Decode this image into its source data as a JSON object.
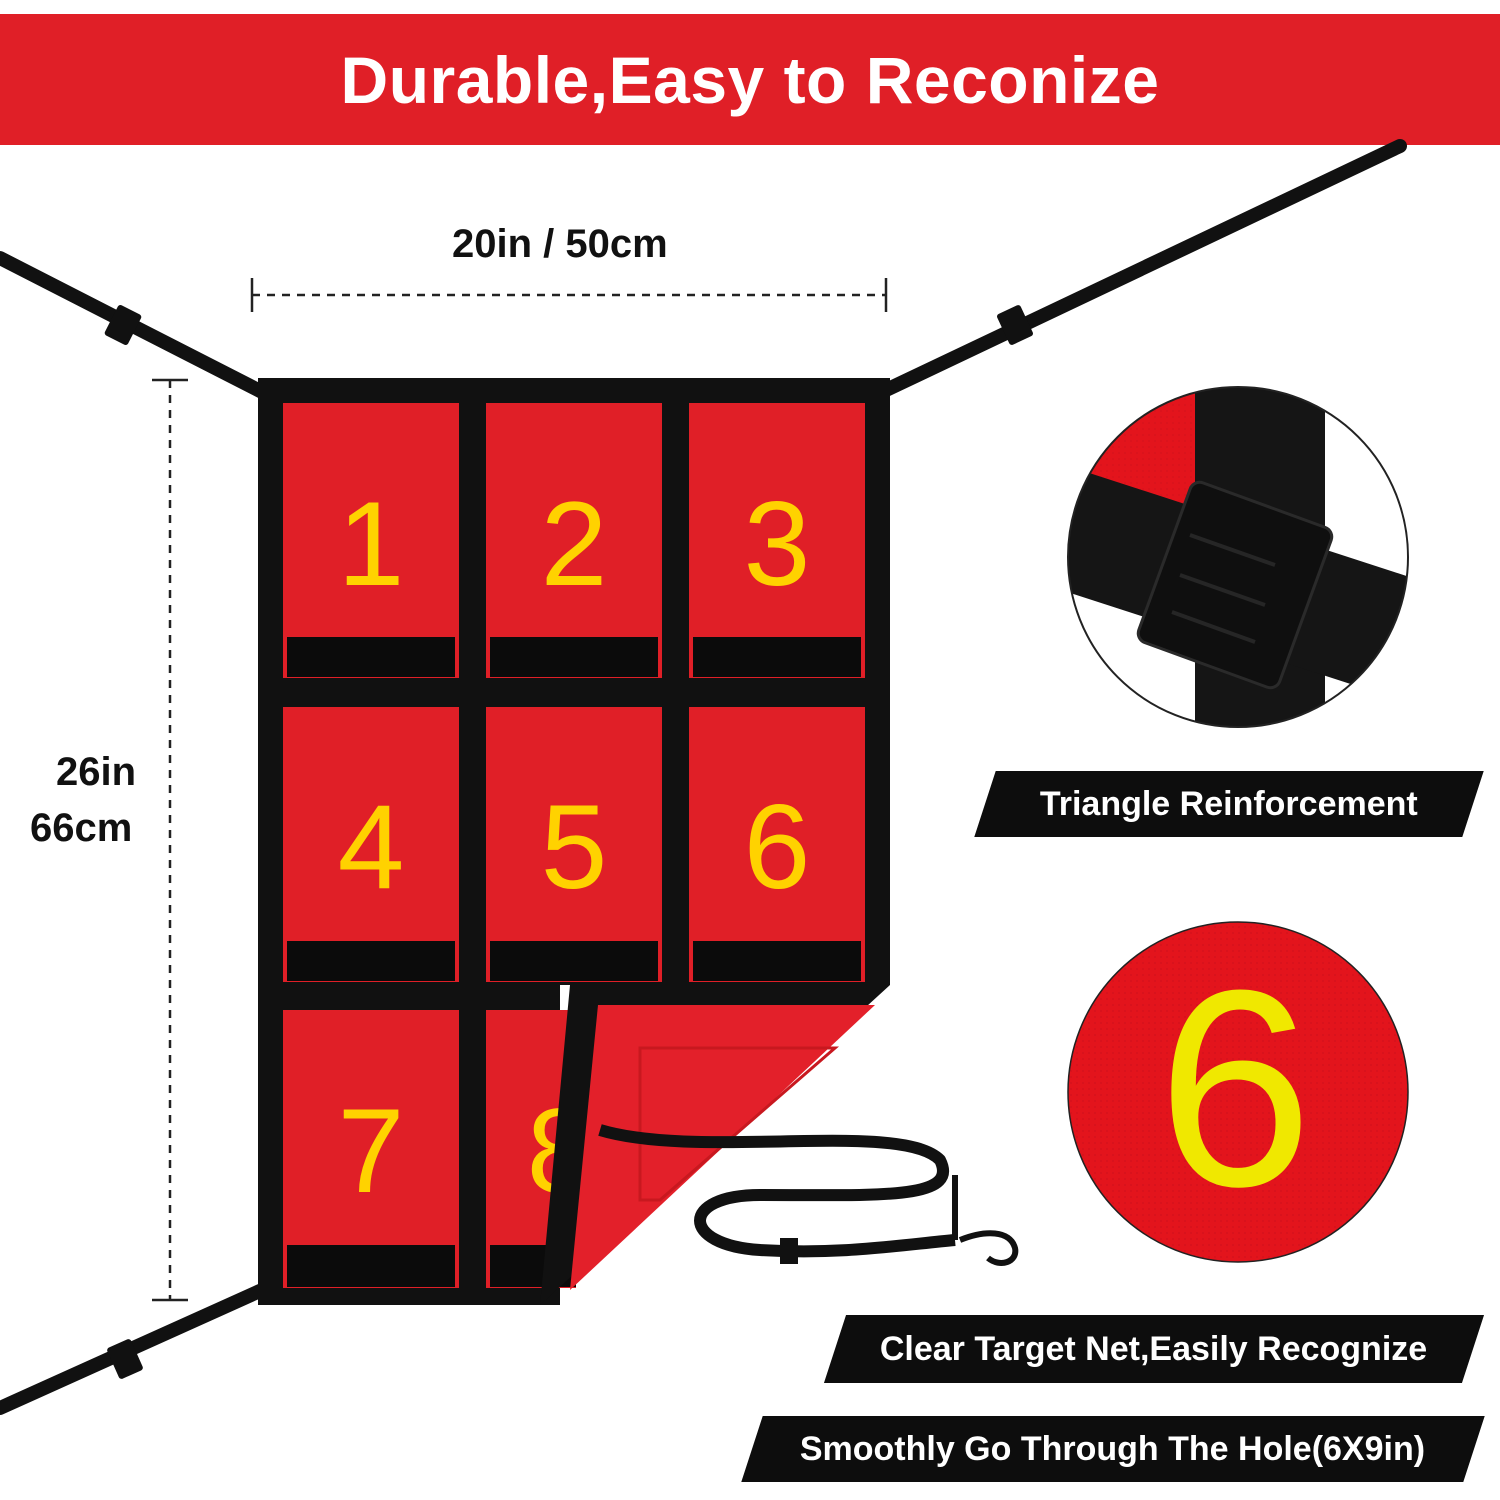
{
  "banner": {
    "title": "Durable,Easy to Reconize",
    "color": "#e01f27"
  },
  "dimensions": {
    "width_label": "20in / 50cm",
    "height_label_in": "26in",
    "height_label_cm": "66cm"
  },
  "net": {
    "pocket_numbers": [
      "1",
      "2",
      "3",
      "4",
      "5",
      "6",
      "7",
      "8"
    ],
    "pocket_color": "#e01f27",
    "number_color": "#ffd200",
    "frame_color": "#111111"
  },
  "detail_views": {
    "closeup_number": "6",
    "reinforcement_icon": "triangle-reinforcement-closeup"
  },
  "features": [
    {
      "label": "Triangle Reinforcement"
    },
    {
      "label": "Clear Target Net,Easily Recognize"
    },
    {
      "label": "Smoothly Go Through The Hole(6X9in)"
    }
  ]
}
